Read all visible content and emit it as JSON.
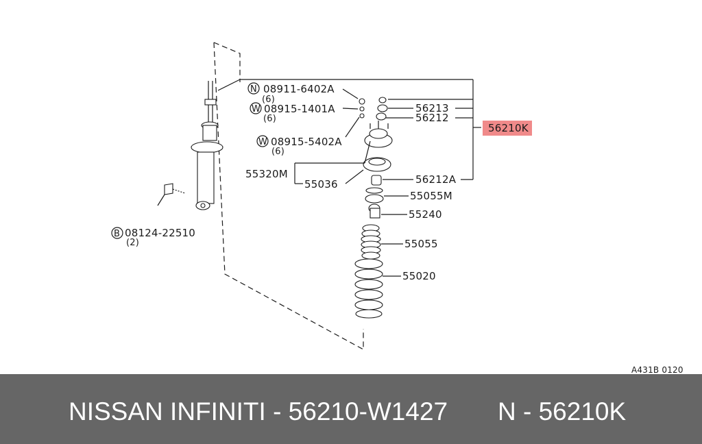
{
  "diagram": {
    "callouts": {
      "nut_part": "08911-6402A",
      "nut_qty": "(6)",
      "washer1_part": "08915-1401A",
      "washer1_qty": "(6)",
      "washer2_part": "08915-5402A",
      "washer2_qty": "(6)",
      "bolt_part": "08124-22510",
      "bolt_qty": "(2)",
      "p56213": "56213",
      "p56212": "56212",
      "p56210k": "56210K",
      "p55320m": "55320M",
      "p55036": "55036",
      "p56212a": "56212A",
      "p55055m": "55055M",
      "p55240": "55240",
      "p55055": "55055",
      "p55020": "55020"
    },
    "markers": {
      "nut": "N",
      "washer": "W",
      "bolt": "B"
    },
    "figure_code": "A431B 0120",
    "highlight_color": "#f08a8a"
  },
  "footer": {
    "left_text": "NISSAN INFINITI - 56210-W1427",
    "right_text": "N - 56210K",
    "background": "#666666"
  }
}
